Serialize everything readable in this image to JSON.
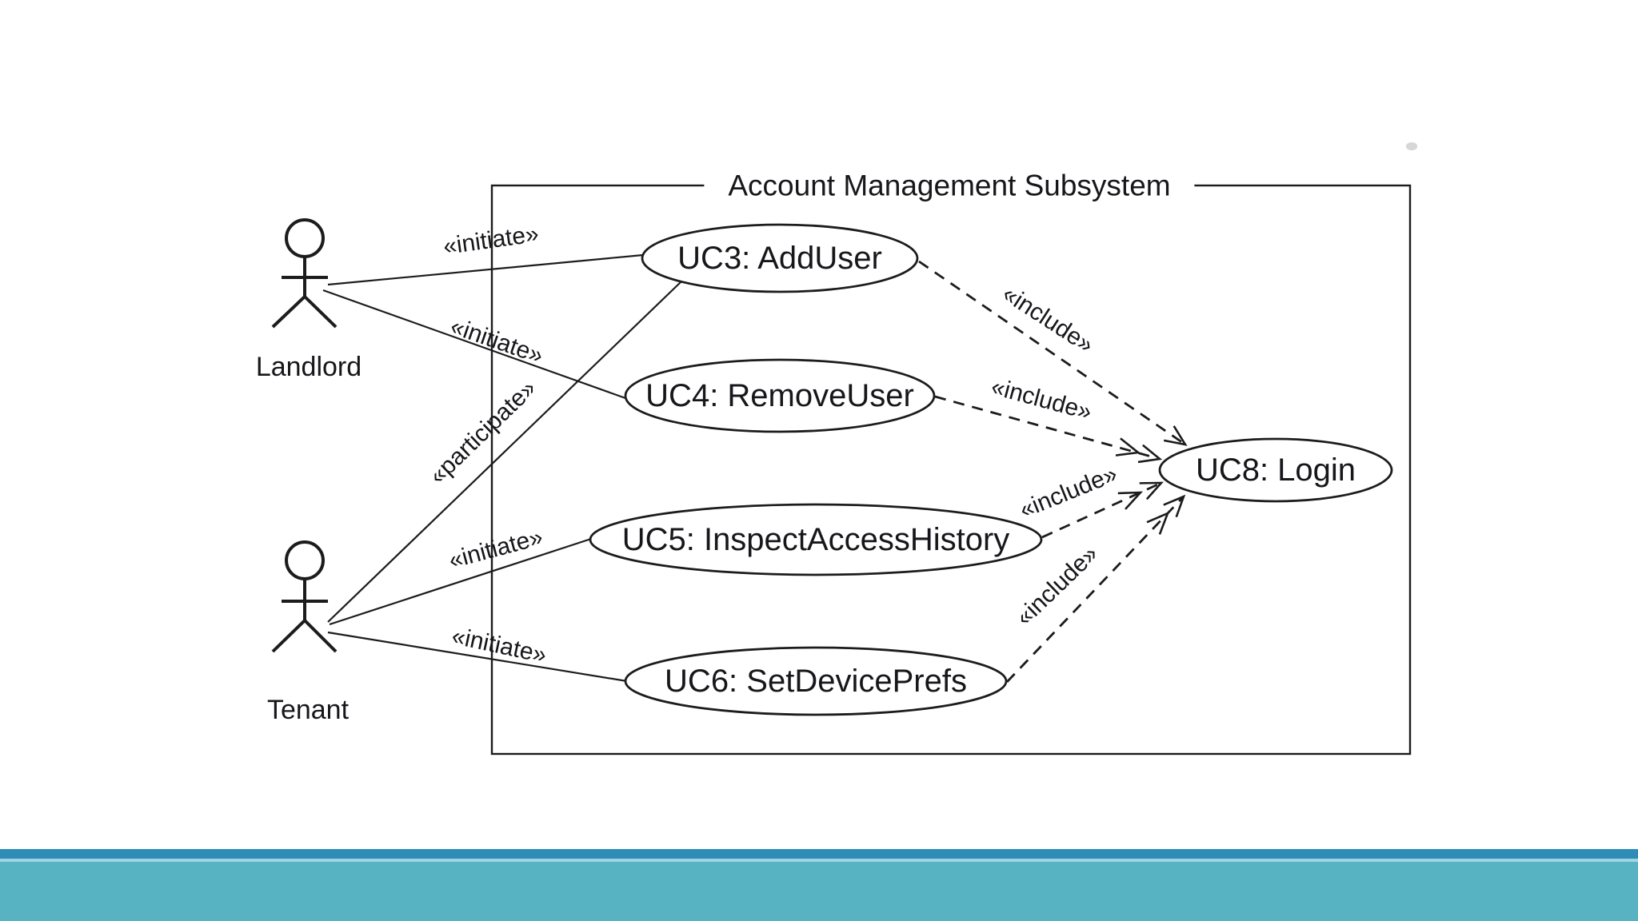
{
  "diagram": {
    "title": "Account Management Subsystem",
    "actors": [
      {
        "name": "Landlord"
      },
      {
        "name": "Tenant"
      }
    ],
    "use_cases": [
      {
        "label": "UC3: AddUser"
      },
      {
        "label": "UC4: RemoveUser"
      },
      {
        "label": "UC5: InspectAccessHistory"
      },
      {
        "label": "UC6: SetDevicePrefs"
      },
      {
        "label": "UC8: Login"
      }
    ],
    "relationships": [
      {
        "from": "Landlord",
        "to": "UC3: AddUser",
        "label": "«initiate»",
        "style": "solid"
      },
      {
        "from": "Landlord",
        "to": "UC4: RemoveUser",
        "label": "«initiate»",
        "style": "solid"
      },
      {
        "from": "Tenant",
        "to": "UC3: AddUser",
        "label": "«participate»",
        "style": "solid"
      },
      {
        "from": "Tenant",
        "to": "UC5: InspectAccessHistory",
        "label": "«initiate»",
        "style": "solid"
      },
      {
        "from": "Tenant",
        "to": "UC6: SetDevicePrefs",
        "label": "«initiate»",
        "style": "solid"
      },
      {
        "from": "UC3: AddUser",
        "to": "UC8: Login",
        "label": "«include»",
        "style": "dashed-arrow"
      },
      {
        "from": "UC4: RemoveUser",
        "to": "UC8: Login",
        "label": "«include»",
        "style": "dashed-arrow"
      },
      {
        "from": "UC5: InspectAccessHistory",
        "to": "UC8: Login",
        "label": "«include»",
        "style": "dashed-arrow"
      },
      {
        "from": "UC6: SetDevicePrefs",
        "to": "UC8: Login",
        "label": "«include»",
        "style": "dashed-arrow"
      }
    ]
  },
  "colors": {
    "diagram_ink": "#1c1c1c",
    "text": "#17171b",
    "footer_band_blue": "#2f8cb5",
    "footer_band_light": "#a0d4e2",
    "footer_band_teal": "#57b3c2"
  }
}
